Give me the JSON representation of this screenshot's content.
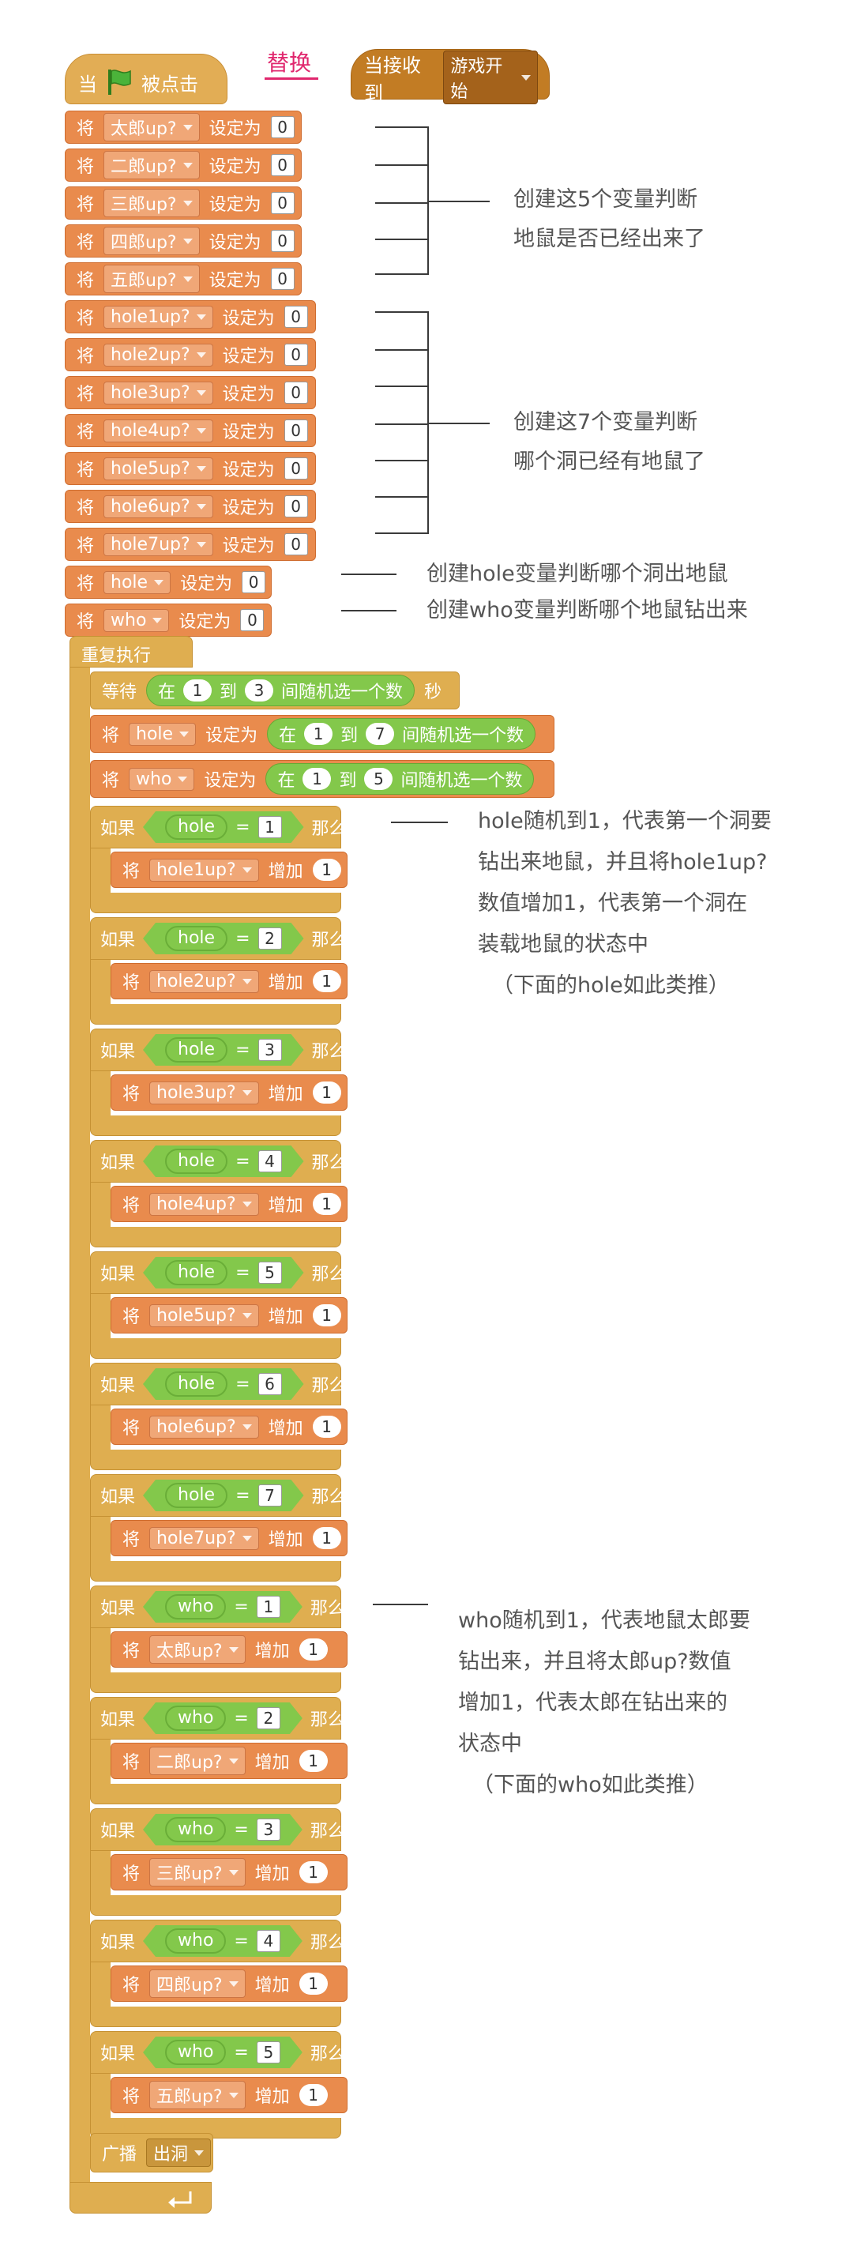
{
  "label_replace": "替换",
  "hat_flag": {
    "prefix": "当",
    "suffix": "被点击"
  },
  "hat_receive": {
    "label": "当接收到",
    "message": "游戏开始"
  },
  "set_word": "将",
  "set_to_word": "设定为",
  "change_word": "增加",
  "vars_mole": [
    {
      "name": "太郎up?",
      "value": "0"
    },
    {
      "name": "二郎up?",
      "value": "0"
    },
    {
      "name": "三郎up?",
      "value": "0"
    },
    {
      "name": "四郎up?",
      "value": "0"
    },
    {
      "name": "五郎up?",
      "value": "0"
    }
  ],
  "vars_hole": [
    {
      "name": "hole1up?",
      "value": "0"
    },
    {
      "name": "hole2up?",
      "value": "0"
    },
    {
      "name": "hole3up?",
      "value": "0"
    },
    {
      "name": "hole4up?",
      "value": "0"
    },
    {
      "name": "hole5up?",
      "value": "0"
    },
    {
      "name": "hole6up?",
      "value": "0"
    },
    {
      "name": "hole7up?",
      "value": "0"
    }
  ],
  "var_hole": {
    "name": "hole",
    "value": "0"
  },
  "var_who": {
    "name": "who",
    "value": "0"
  },
  "forever_label": "重复执行",
  "wait_block": {
    "label": "等待",
    "in": "在",
    "from": "1",
    "to_word": "到",
    "to": "3",
    "pick": "间随机选一个数",
    "unit": "秒"
  },
  "set_hole_random": {
    "var": "hole",
    "in": "在",
    "from": "1",
    "to_word": "到",
    "to": "7",
    "pick": "间随机选一个数"
  },
  "set_who_random": {
    "var": "who",
    "in": "在",
    "from": "1",
    "to_word": "到",
    "to": "5",
    "pick": "间随机选一个数"
  },
  "if_word": "如果",
  "then_word": "那么",
  "eq_sign": "=",
  "if_blocks": [
    {
      "var": "hole",
      "val": "1",
      "target": "hole1up?",
      "inc": "1"
    },
    {
      "var": "hole",
      "val": "2",
      "target": "hole2up?",
      "inc": "1"
    },
    {
      "var": "hole",
      "val": "3",
      "target": "hole3up?",
      "inc": "1"
    },
    {
      "var": "hole",
      "val": "4",
      "target": "hole4up?",
      "inc": "1"
    },
    {
      "var": "hole",
      "val": "5",
      "target": "hole5up?",
      "inc": "1"
    },
    {
      "var": "hole",
      "val": "6",
      "target": "hole6up?",
      "inc": "1"
    },
    {
      "var": "hole",
      "val": "7",
      "target": "hole7up?",
      "inc": "1"
    },
    {
      "var": "who",
      "val": "1",
      "target": "太郎up?",
      "inc": "1"
    },
    {
      "var": "who",
      "val": "2",
      "target": "二郎up?",
      "inc": "1"
    },
    {
      "var": "who",
      "val": "3",
      "target": "三郎up?",
      "inc": "1"
    },
    {
      "var": "who",
      "val": "4",
      "target": "四郎up?",
      "inc": "1"
    },
    {
      "var": "who",
      "val": "5",
      "target": "五郎up?",
      "inc": "1"
    }
  ],
  "broadcast": {
    "label": "广播",
    "message": "出洞"
  },
  "notes": {
    "mole_vars": [
      "创建这5个变量判断",
      "地鼠是否已经出来了"
    ],
    "hole_vars": [
      "创建这7个变量判断",
      "哪个洞已经有地鼠了"
    ],
    "hole_var": "创建hole变量判断哪个洞出地鼠",
    "who_var": "创建who变量判断哪个地鼠钻出来",
    "hole_if": [
      "hole随机到1，代表第一个洞要",
      "钻出来地鼠，并且将hole1up?",
      "数值增加1，代表第一个洞在",
      "装载地鼠的状态中",
      "（下面的hole如此类推）"
    ],
    "who_if": [
      "who随机到1，代表地鼠太郎要",
      "钻出来，并且将太郎up?数值",
      "增加1，代表太郎在钻出来的",
      "状态中",
      "（下面的who如此类推）"
    ]
  }
}
